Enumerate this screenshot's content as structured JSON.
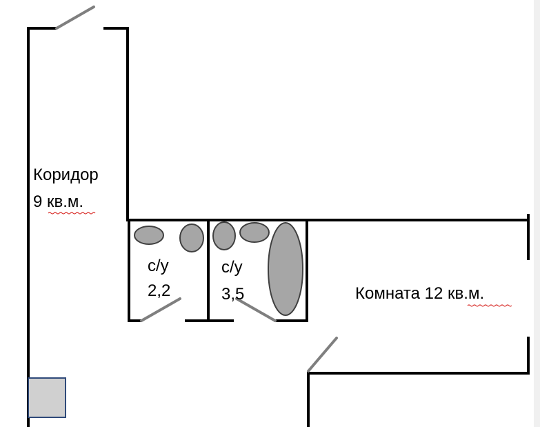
{
  "rooms": {
    "corridor": {
      "name": "Коридор",
      "area": "9 кв.м."
    },
    "bathroom_1": {
      "name": "с/у",
      "area": "2,2"
    },
    "bathroom_2": {
      "name": "с/у",
      "area": "3,5"
    },
    "room": {
      "name": "Комната",
      "area_value": "12",
      "area_unit": "кв.м."
    }
  },
  "colors": {
    "wall": "#000000",
    "door": "#7f7f7f",
    "fixture_fill": "#a6a6a6",
    "fixture_stroke": "#404040",
    "square_fill": "#d0d0d0",
    "square_stroke": "#2f4a7a",
    "spellcheck_underline": "#d9302c"
  }
}
